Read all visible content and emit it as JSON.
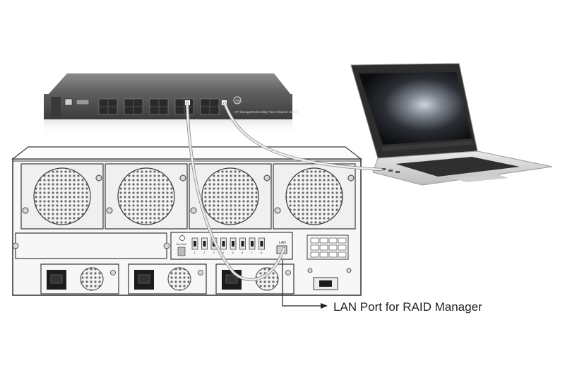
{
  "callout": {
    "label": "LAN Port for RAID Manager"
  },
  "switch": {
    "brand_logo": "hp-logo-icon",
    "model_text": "HP StorageWorks 8/8q Fibre Channel Switch"
  },
  "raid": {
    "lan_label": "LAN",
    "terminal_label": "Terminal",
    "port_numbers": [
      "1",
      "2",
      "3",
      "4",
      "5",
      "6",
      "7",
      "8"
    ],
    "fan_count": 4,
    "psu_count": 3
  },
  "laptop": {
    "screen_icon": "desktop-wallpaper-icon"
  },
  "colors": {
    "switch_body": "#4a4a4a",
    "chassis_fill": "#f7f7f7",
    "chassis_stroke": "#3a3a3a",
    "cable": "#e8e8e8",
    "laptop_body": "#d8d8d8",
    "screen": "#1a1a1a"
  }
}
